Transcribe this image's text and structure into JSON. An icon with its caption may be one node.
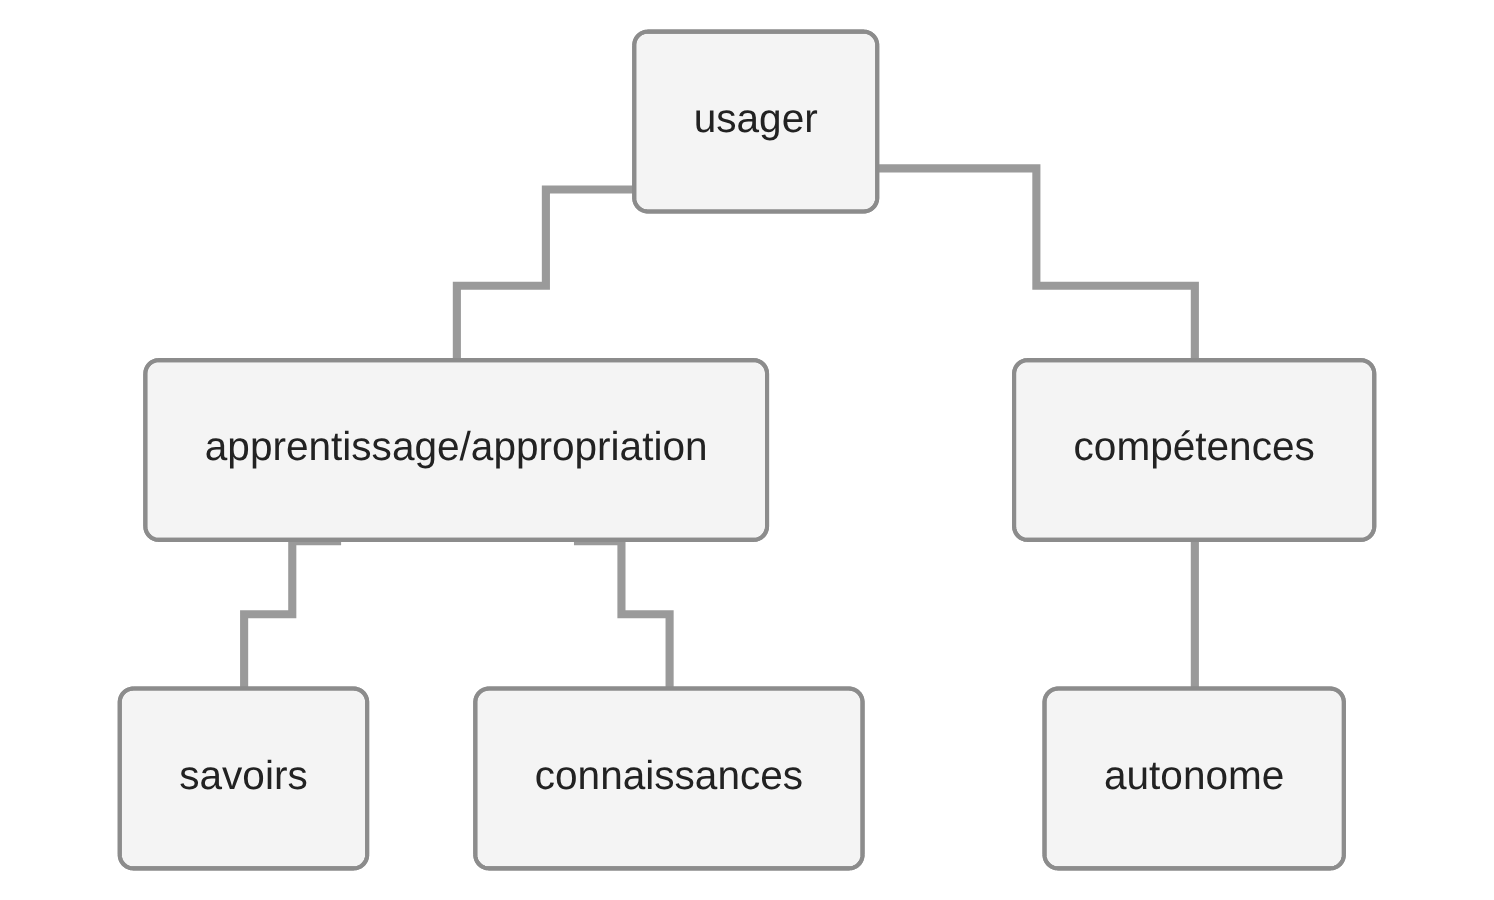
{
  "diagram": {
    "nodes": [
      {
        "text": [
          "usager"
        ]
      },
      {
        "text": [
          "apprentissage/appropriation"
        ]
      },
      {
        "text": [
          "compétences"
        ]
      },
      {
        "text": [
          "savoirs"
        ]
      },
      {
        "text": [
          "connaissances"
        ]
      },
      {
        "text": [
          "autonome"
        ]
      }
    ],
    "edges": [
      {
        "from": 0,
        "to": 1,
        "arrow": "none"
      },
      {
        "from": 0,
        "to": 2,
        "arrow": "none"
      },
      {
        "from": 1,
        "to": 3,
        "arrow": "none"
      },
      {
        "from": 1,
        "to": 4,
        "arrow": "none"
      },
      {
        "from": 2,
        "to": 5,
        "arrow": "none"
      }
    ]
  }
}
